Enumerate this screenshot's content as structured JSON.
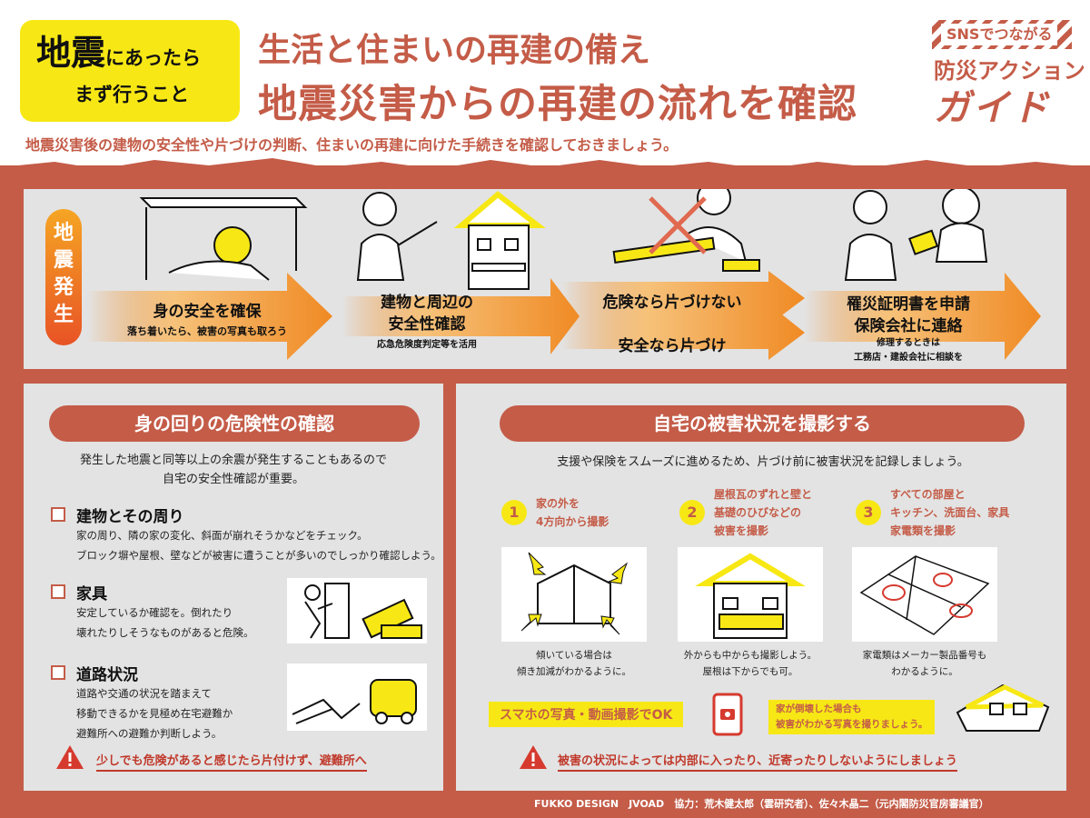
{
  "header": {
    "badge_big_1": "地震",
    "badge_big_2": "にあったら",
    "badge_sub": "まず行うこと",
    "title_line1": "生活と住まいの再建の備え",
    "title_line2": "地震災害からの再建の流れを確認",
    "logo_top": "SNSでつながる",
    "logo_mid": "防災アクション",
    "logo_big": "ガイド",
    "intro": "地震災害後の建物の安全性や片づけの判断、住まいの再建に向けた手続きを確認しておきましょう。"
  },
  "colors": {
    "brick": "#c45c48",
    "yellow": "#f7e815",
    "orange": "#f08a24",
    "panel": "#e3e3e3"
  },
  "flow": {
    "phase": [
      "地",
      "震",
      "発",
      "生"
    ],
    "step1_title": "身の安全を確保",
    "step1_note": "落ち着いたら、被害の写真も取ろう",
    "step2_title_1": "建物と周辺の",
    "step2_title_2": "安全性確認",
    "step2_note": "応急危険度判定等を活用",
    "step3a_title": "危険なら片づけない",
    "step3b_title": "安全なら片づけ",
    "step4_title_1": "罹災証明書を申請",
    "step4_title_2": "保険会社に連絡",
    "step4_note_1": "修理するときは",
    "step4_note_2": "工務店・建設会社に相談を"
  },
  "left": {
    "heading": "身の回りの危険性の確認",
    "para_1": "発生した地震と同等以上の余震が発生することもあるので",
    "para_2": "自宅の安全性確認が重要。",
    "items": [
      {
        "title": "建物とその周り",
        "d1": "家の周り、隣の家の変化、斜面が崩れそうかなどをチェック。",
        "d2": "ブロック塀や屋根、壁などが被害に遭うことが多いのでしっかり確認しよう。",
        "d3": ""
      },
      {
        "title": "家具",
        "d1": "安定しているか確認を。倒れたり",
        "d2": "壊れたりしそうなものがあると危険。",
        "d3": ""
      },
      {
        "title": "道路状況",
        "d1": "道路や交通の状況を踏まえて",
        "d2": "移動できるかを見極め在宅避難か",
        "d3": "避難所への避難か判断しよう。"
      }
    ],
    "warning": "少しでも危険があると感じたら片付けず、避難所へ"
  },
  "right": {
    "heading": "自宅の被害状況を撮影する",
    "para": "支援や保険をスムーズに進めるため、片づけ前に被害状況を記録しましょう。",
    "steps": [
      {
        "num": "1",
        "t1": "家の外を",
        "t2": "4方向から撮影",
        "t3": "",
        "cap1": "傾いている場合は",
        "cap2": "傾き加減がわかるように。"
      },
      {
        "num": "2",
        "t1": "屋根瓦のずれと壁と",
        "t2": "基礎のひびなどの",
        "t3": "被害を撮影",
        "cap1": "外からも中からも撮影しよう。",
        "cap2": "屋根は下からでも可。"
      },
      {
        "num": "3",
        "t1": "すべての部屋と",
        "t2": "キッチン、洗面台、家具",
        "t3": "家電類を撮影",
        "cap1": "家電類はメーカー製品番号も",
        "cap2": "わかるように。"
      }
    ],
    "phone_label": "スマホの写真・動画撮影でOK",
    "collapse_1": "家が倒壊した場合も",
    "collapse_2": "被害がわかる写真を撮りましょう。",
    "warning": "被害の状況によっては内部に入ったり、近寄ったりしないようにしましょう"
  },
  "footer": {
    "text": "FUKKO DESIGN　JVOAD　協力：荒木健太郎（雲研究者）、佐々木晶二（元内閣防災官房審議官）"
  }
}
